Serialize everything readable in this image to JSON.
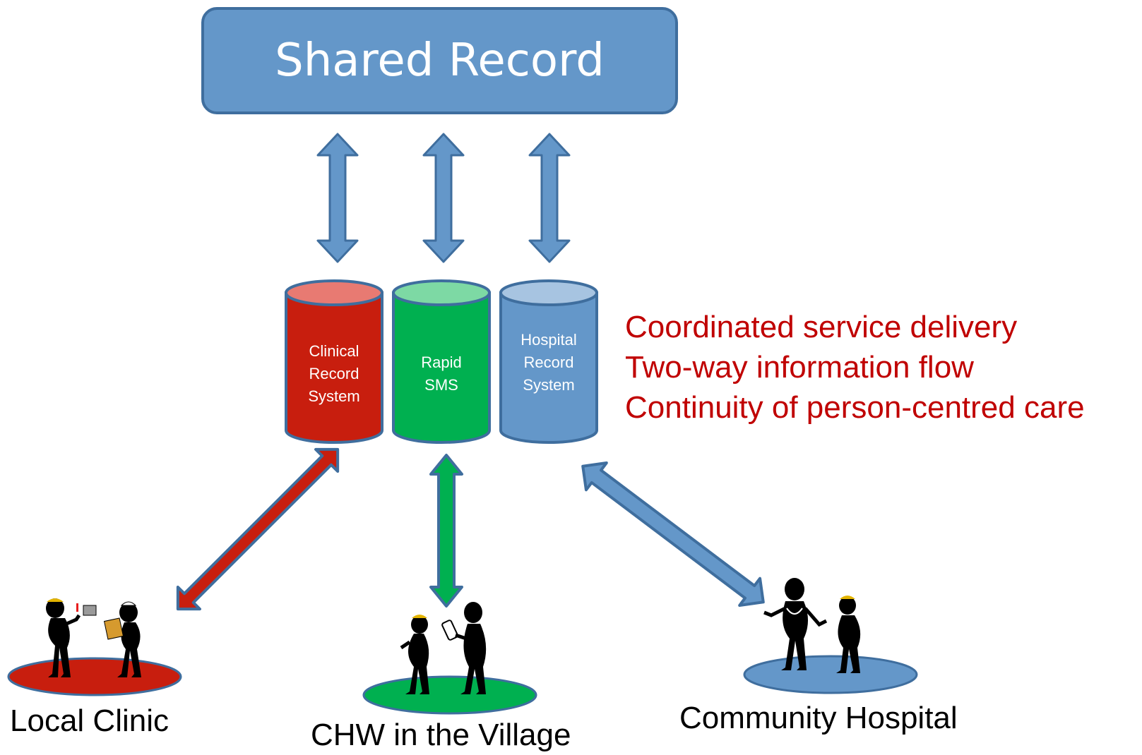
{
  "shared_record": {
    "title": "Shared Record"
  },
  "record_systems": [
    {
      "label": "Clinical Record System",
      "lines": [
        "Clinical",
        "Record",
        "System"
      ],
      "body_color": "#c81e0e",
      "top_color": "#e87a72"
    },
    {
      "label": "Rapid SMS",
      "lines": [
        "Rapid",
        "SMS"
      ],
      "body_color": "#00b050",
      "top_color": "#7dd9a4"
    },
    {
      "label": "Hospital Record System",
      "lines": [
        "Hospital",
        "Record",
        "System"
      ],
      "body_color": "#6497c9",
      "top_color": "#a7c4e1"
    }
  ],
  "benefits": [
    "Coordinated service delivery",
    "Two-way information flow",
    "Continuity of person-centred care"
  ],
  "locations": [
    {
      "label": "Local Clinic",
      "platform_color": "#c81e0e"
    },
    {
      "label": "CHW in the Village",
      "platform_color": "#00b050"
    },
    {
      "label": "Community Hospital",
      "platform_color": "#6497c9"
    }
  ],
  "colors": {
    "arrow_blue": "#6497c9",
    "arrow_blue_stroke": "#3f6e9e",
    "benefit_text": "#c00000"
  },
  "icons": {
    "people": "people-silhouette-icon"
  }
}
